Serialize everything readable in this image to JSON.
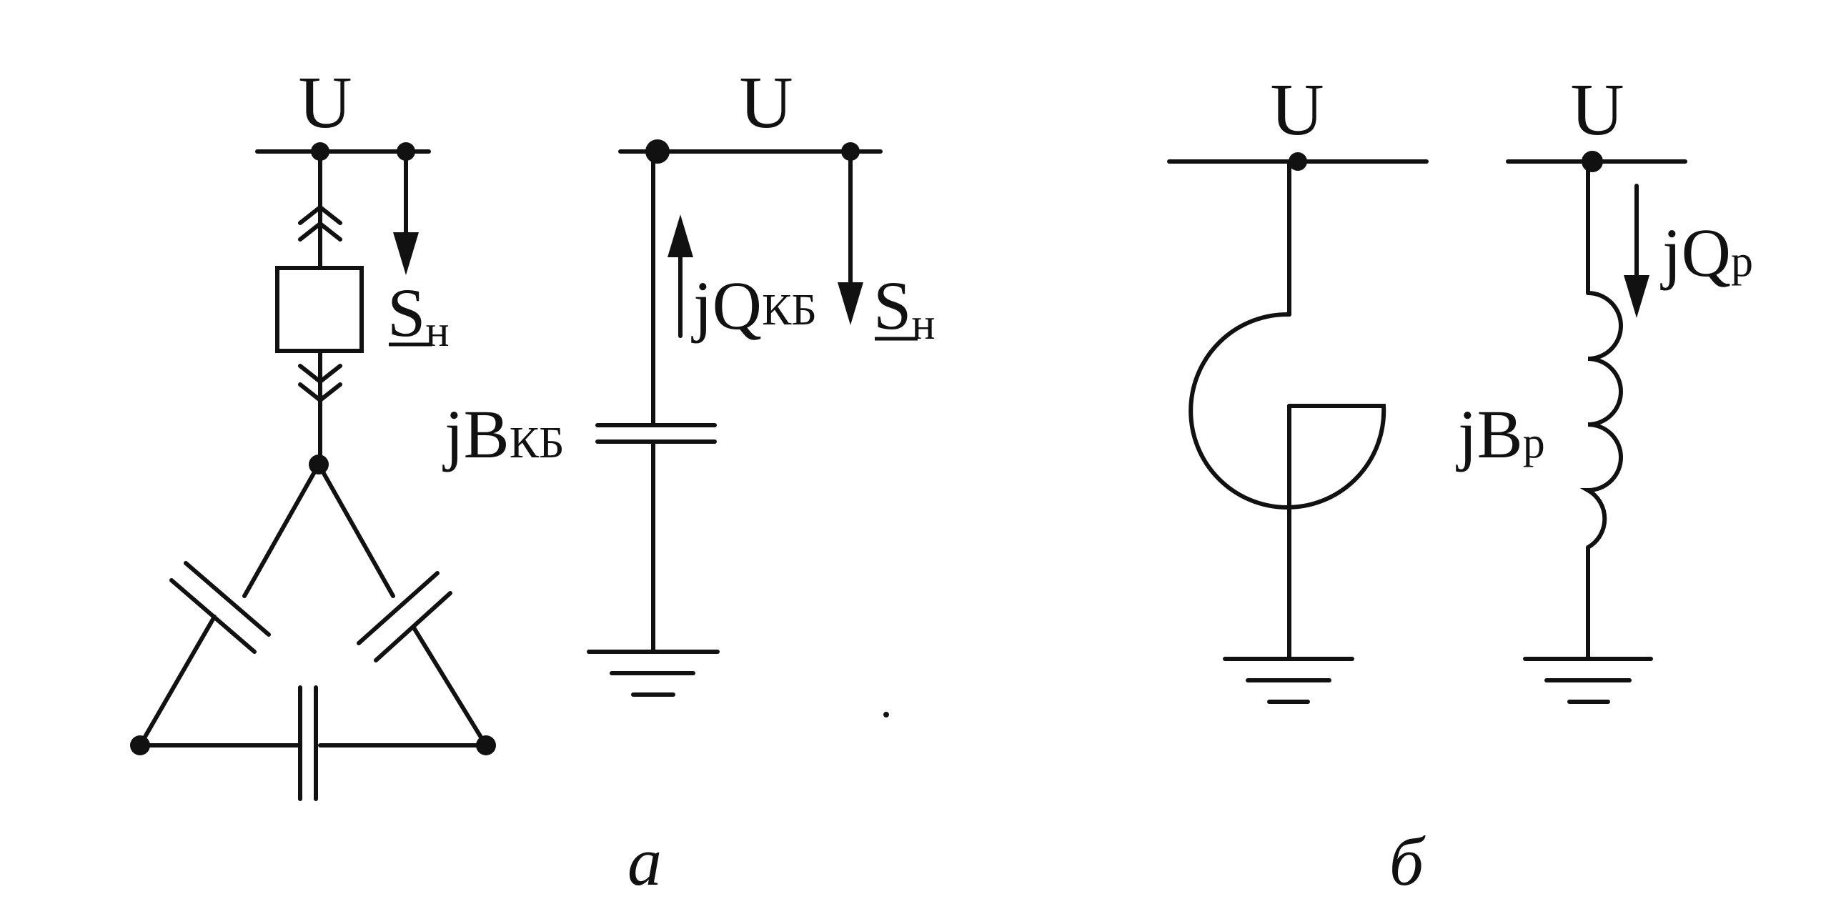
{
  "labels": {
    "voltage": "U",
    "load_power_main": "S",
    "load_power_sub": "н",
    "capbank_q_main": "jQ",
    "capbank_q_sub": "КБ",
    "capbank_b_main": "jB",
    "capbank_b_sub": "КБ",
    "reactor_q_main": "jQ",
    "reactor_q_sub": "р",
    "reactor_b_main": "jB",
    "reactor_b_sub": "р",
    "caption_a": "а",
    "caption_b": "б"
  }
}
